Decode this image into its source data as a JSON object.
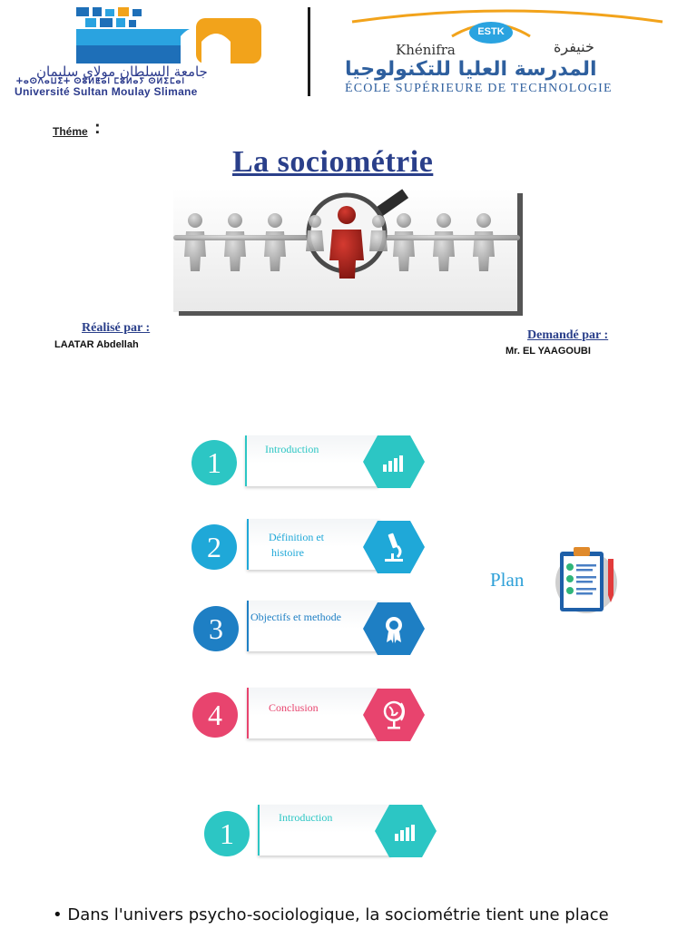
{
  "header": {
    "university_name_ar": "جامعة السلطان مولاي سليمان",
    "university_name_tifinagh": "ⵜⴰⵙⴷⴰⵡⵉⵜ ⵙⵓⵍⵟⴰⵏ ⵎⵓⵍⴰⵢ ⵙⵍⵉⵎⴰⵏ",
    "university_name_fr": "Université Sultan Moulay Slimane",
    "school_badge": "ESTK",
    "city_fr": "Khénifra",
    "city_ar": "خنيفرة",
    "school_name_ar": "المدرسة العليا للتكنولوجيا",
    "school_name_fr": "ÉCOLE SUPÉRIEURE DE TECHNOLOGIE"
  },
  "theme": {
    "label": "Théme",
    "colon": ":"
  },
  "title": "La sociométrie ",
  "credits": {
    "realise_label": "Réalisé par :",
    "realise_name": "LAATAR Abdellah",
    "demande_label": "Demandé par :",
    "demande_name": "Mr. EL YAAGOUBI"
  },
  "plan": {
    "title": "Plan",
    "items": [
      {
        "number": "1",
        "label": "Introduction",
        "icon": "bar-chart-icon",
        "color": "#2cc6c4"
      },
      {
        "number": "2",
        "label_line1": "Définition et",
        "label_line2": "histoire",
        "icon": "microscope-icon",
        "color": "#1fa8d8"
      },
      {
        "number": "3",
        "label": "Objectifs et methode",
        "icon": "award-ribbon-icon",
        "color": "#1e7fc4"
      },
      {
        "number": "4",
        "label": "Conclusion",
        "icon": "globe-icon",
        "color": "#e8446e"
      }
    ]
  },
  "section_heading": {
    "number": "1",
    "label": "Introduction",
    "icon": "bar-chart-icon",
    "color": "#2cc6c4"
  },
  "body": {
    "paragraph_start": "• Dans l'univers psycho-sociologique, la sociométrie tient une place"
  }
}
